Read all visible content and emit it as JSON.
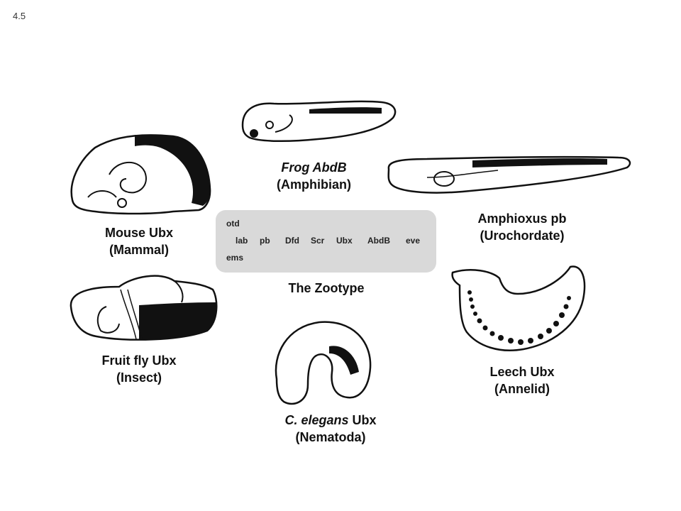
{
  "slide_number": "4.5",
  "captions": {
    "frog": {
      "name": "Frog AbdB",
      "group": "(Amphibian)"
    },
    "mouse": {
      "name": "Mouse Ubx",
      "group": "(Mammal)"
    },
    "amphioxus": {
      "name": "Amphioxus pb",
      "group": "(Urochordate)"
    },
    "fly": {
      "name": "Fruit fly Ubx",
      "group": "(Insect)"
    },
    "leech": {
      "name": "Leech Ubx",
      "group": "(Annelid)"
    },
    "worm": {
      "name_italic": "C. elegans",
      "name_rest": " Ubx",
      "group": "(Nematoda)"
    }
  },
  "zootype": {
    "genes": [
      "otd",
      "lab",
      "pb",
      "Dfd",
      "Scr",
      "Ubx",
      "AbdB",
      "eve",
      "ems"
    ],
    "title": "The Zootype"
  }
}
